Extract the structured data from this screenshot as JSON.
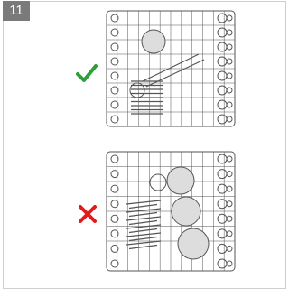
{
  "step": {
    "number": "11"
  },
  "colors": {
    "correct": "#2e9e3a",
    "incorrect": "#e21a1a",
    "line": "#555555",
    "frame": "#cfcfcf",
    "badge": "#7a7a7a"
  },
  "figures": [
    {
      "id": "correct-loading",
      "icon": "check-mark-icon",
      "meaning": "correct"
    },
    {
      "id": "incorrect-loading",
      "icon": "cross-mark-icon",
      "meaning": "incorrect"
    }
  ]
}
